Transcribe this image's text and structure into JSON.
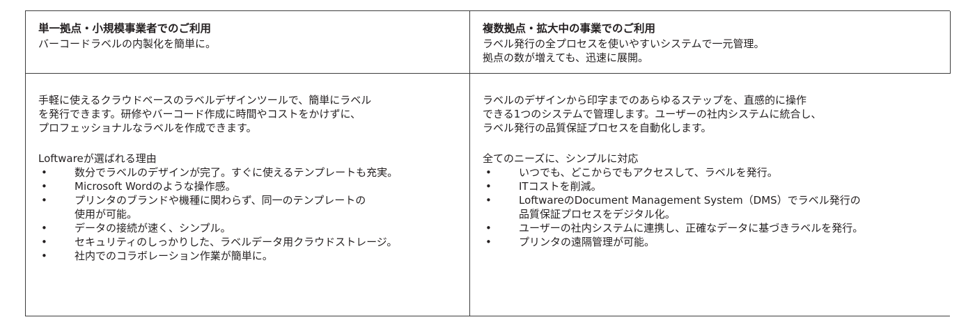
{
  "left": {
    "title": "単一拠点・小規模事業者でのご利用",
    "subtitle": "バーコードラベルの内製化を簡単に。",
    "description": "手軽に使えるクラウドベースのラベルデザインツールで、簡単にラベル\nを発行できます。研修やバーコード作成に時間やコストをかけずに、\nプロフェッショナルなラベルを作成できます。",
    "list_title": "Loftwareが選ばれる理由",
    "items": [
      "数分でラベルのデザインが完了。すぐに使えるテンプレートも充実。",
      "Microsoft Wordのような操作感。",
      "プリンタのブランドや機種に関わらず、同一のテンプレートの\n使用が可能。",
      "データの接続が速く、シンプル。",
      "セキュリティのしっかりした、ラベルデータ用クラウドストレージ。",
      "社内でのコラボレーション作業が簡単に。"
    ]
  },
  "right": {
    "title": "複数拠点・拡大中の事業でのご利用",
    "subtitle": "ラベル発行の全プロセスを使いやすいシステムで一元管理。\n拠点の数が増えても、迅速に展開。",
    "description": "ラベルのデザインから印字までのあらゆるステップを、直感的に操作\nできる1つのシステムで管理します。ユーザーの社内システムに統合し、\nラベル発行の品質保証プロセスを自動化します。",
    "list_title": "全てのニーズに、シンプルに対応",
    "items": [
      "いつでも、どこからでもアクセスして、ラベルを発行。",
      "ITコストを削減。",
      "LoftwareのDocument Management System（DMS）でラベル発行の\n品質保証プロセスをデジタル化。",
      "ユーザーの社内システムに連携し、正確なデータに基づきラベルを発行。",
      "プリンタの遠隔管理が可能。"
    ]
  },
  "bullet_glyph": "•"
}
